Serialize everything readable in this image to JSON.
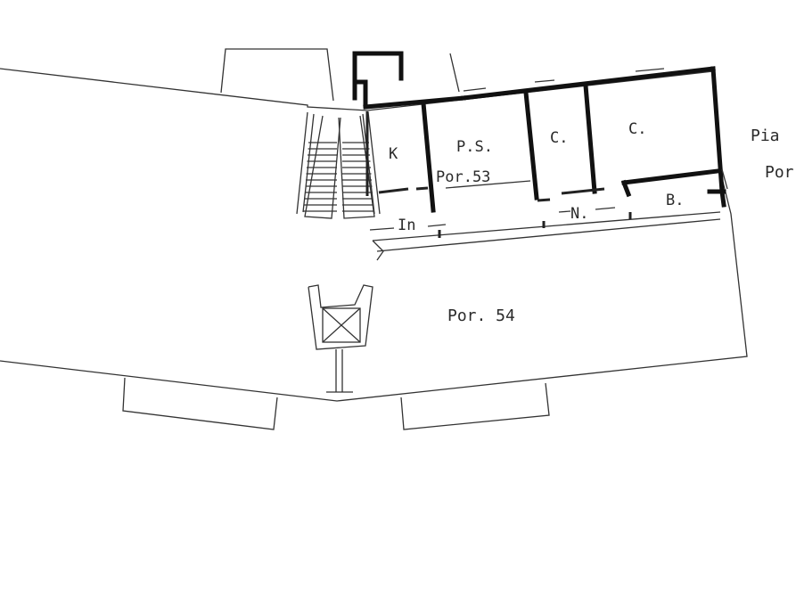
{
  "labels": {
    "kitchen": "K",
    "living": "P.S.",
    "unit53": "Por.53",
    "room1": "C.",
    "room2": "C.",
    "entrance": "In",
    "niche": "N.",
    "bath": "B.",
    "unit54": "Por. 54",
    "edge_top": "Pia",
    "edge_bottom": "Por"
  },
  "colors": {
    "ink": "#111111",
    "paper": "#ffffff"
  }
}
